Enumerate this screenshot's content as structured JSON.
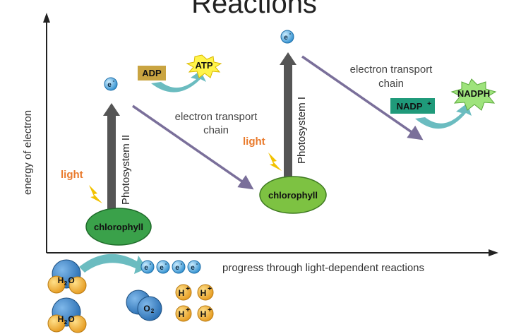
{
  "title": "Reactions",
  "axes": {
    "y_label": "energy of electron",
    "x_label": "progress through light-dependent reactions"
  },
  "photosystems": {
    "ps2": "Photosystem II",
    "ps1": "Photosystem I"
  },
  "chlorophyll_label": "chlorophyll",
  "light_label": "light",
  "etc_label_line1": "electron transport",
  "etc_label_line2": "chain",
  "electron_symbol": "e",
  "electron_charge": "-",
  "products": {
    "adp": "ADP",
    "atp": "ATP",
    "nadp": "NADP",
    "nadp_charge": "+",
    "nadph": "NADPH"
  },
  "molecules": {
    "water_h": "H",
    "water_sub": "2",
    "water_o": "O",
    "oxygen_o": "O",
    "oxygen_sub": "2",
    "proton_h": "H",
    "proton_charge": "+"
  },
  "colors": {
    "chlorophyll_green": "#7dc242",
    "chlorophyll_dark_green": "#3aa14a",
    "up_arrow_gray": "#555555",
    "transport_arrow": "#7a6f9a",
    "teal_arrow": "#6bbcc0",
    "electron_blue": "#4aa8de",
    "light_orange": "#e97a2c",
    "bolt_yellow": "#f2c200",
    "adp_box": "#c9a441",
    "atp_star": "#fff44a",
    "nadp_box": "#1f9a7a",
    "nadph_star": "#9ee37c",
    "water_blue": "#3d87c9",
    "hydrogen_orange": "#f2b43e"
  }
}
